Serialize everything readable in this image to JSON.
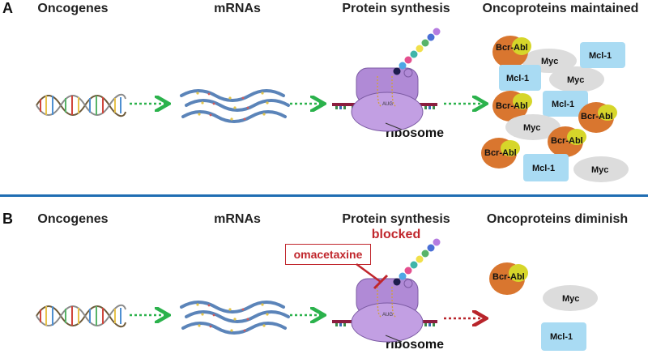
{
  "panels": {
    "a": {
      "letter": "A",
      "step1": "Oncogenes",
      "step2": "mRNAs",
      "step3": "Protein synthesis",
      "step4": "Oncoproteins maintained",
      "ribosome_label": "ribosome",
      "proteins": [
        "Bcr-Abl",
        "Myc",
        "Mcl-1"
      ]
    },
    "b": {
      "letter": "B",
      "step1": "Oncogenes",
      "step2": "mRNAs",
      "step3": "Protein synthesis",
      "blocked": "blocked",
      "step4": "Oncoproteins diminish",
      "drug": "omacetaxine",
      "ribosome_label": "ribosome",
      "proteins": [
        "Bcr-Abl",
        "Myc",
        "Mcl-1"
      ]
    }
  },
  "colors": {
    "arrow_normal": "#2bb24c",
    "arrow_blocked": "#b8242a",
    "inhibitor": "#c0262c",
    "divider": "#1f6db3",
    "ribosome": "#b08ad6",
    "bcr_abl": "#d9762f",
    "mcl1": "#a9dbf3",
    "myc": "#dcdcdc"
  }
}
